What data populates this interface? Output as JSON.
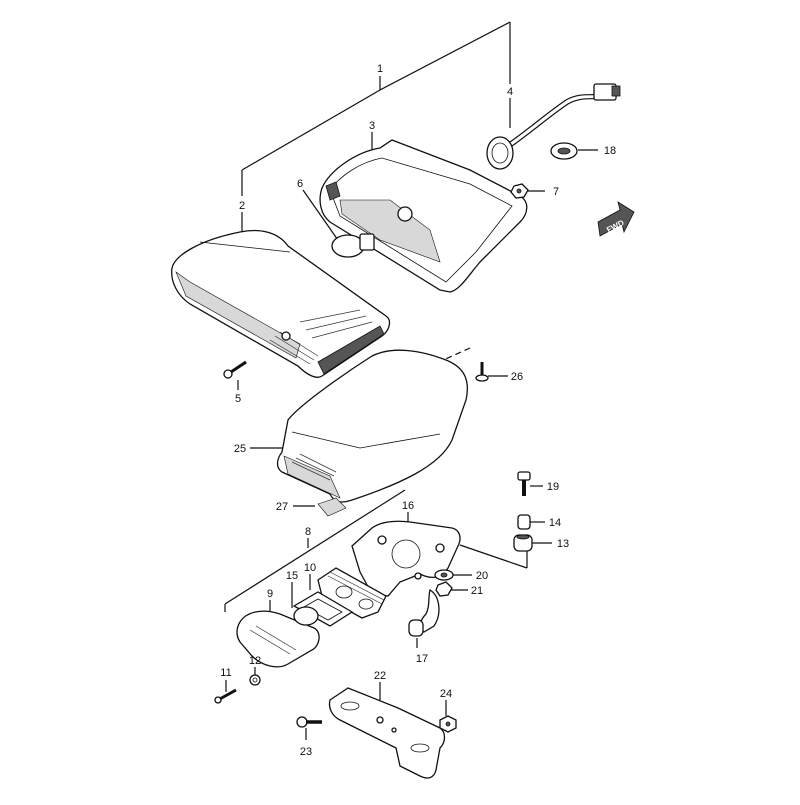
{
  "diagram": {
    "fwd_badge": "FWD",
    "callouts": [
      {
        "id": "c1",
        "label": "1"
      },
      {
        "id": "c2",
        "label": "2"
      },
      {
        "id": "c3",
        "label": "3"
      },
      {
        "id": "c4",
        "label": "4"
      },
      {
        "id": "c5",
        "label": "5"
      },
      {
        "id": "c6",
        "label": "6"
      },
      {
        "id": "c7",
        "label": "7"
      },
      {
        "id": "c8",
        "label": "8"
      },
      {
        "id": "c9",
        "label": "9"
      },
      {
        "id": "c10",
        "label": "10"
      },
      {
        "id": "c11",
        "label": "11"
      },
      {
        "id": "c12",
        "label": "12"
      },
      {
        "id": "c13",
        "label": "13"
      },
      {
        "id": "c14",
        "label": "14"
      },
      {
        "id": "c15",
        "label": "15"
      },
      {
        "id": "c16",
        "label": "16"
      },
      {
        "id": "c17",
        "label": "17"
      },
      {
        "id": "c18",
        "label": "18"
      },
      {
        "id": "c19",
        "label": "19"
      },
      {
        "id": "c20",
        "label": "20"
      },
      {
        "id": "c21",
        "label": "21"
      },
      {
        "id": "c22",
        "label": "22"
      },
      {
        "id": "c23",
        "label": "23"
      },
      {
        "id": "c24",
        "label": "24"
      },
      {
        "id": "c25",
        "label": "25"
      },
      {
        "id": "c26",
        "label": "26"
      },
      {
        "id": "c27",
        "label": "27"
      }
    ]
  }
}
